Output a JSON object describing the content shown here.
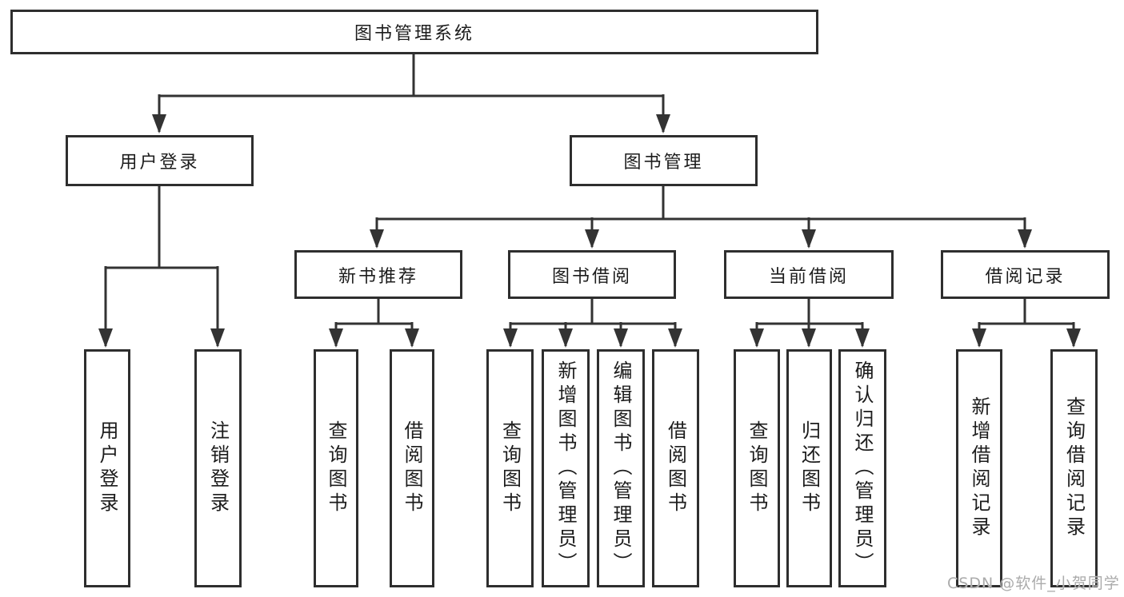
{
  "diagram_type": "hierarchy-tree",
  "nodes": {
    "root": {
      "label": "图书管理系统"
    },
    "user_login": {
      "label": "用户登录"
    },
    "book_mgmt": {
      "label": "图书管理"
    },
    "new_book_rec": {
      "label": "新书推荐"
    },
    "book_borrow": {
      "label": "图书借阅"
    },
    "current_borrow": {
      "label": "当前借阅"
    },
    "borrow_records": {
      "label": "借阅记录"
    },
    "leaf_user_login": {
      "label": "用户登录"
    },
    "leaf_logout": {
      "label": "注销登录"
    },
    "leaf_rec_query": {
      "label": "查询图书"
    },
    "leaf_rec_borrow": {
      "label": "借阅图书"
    },
    "leaf_bb_query": {
      "label": "查询图书"
    },
    "leaf_bb_add": {
      "label": "新增图书（管理员）"
    },
    "leaf_bb_edit": {
      "label": "编辑图书（管理员）"
    },
    "leaf_bb_borrow": {
      "label": "借阅图书"
    },
    "leaf_cb_query": {
      "label": "查询图书"
    },
    "leaf_cb_return": {
      "label": "归还图书"
    },
    "leaf_cb_confirm": {
      "label": "确认归还（管理员）"
    },
    "leaf_br_add": {
      "label": "新增借阅记录"
    },
    "leaf_br_query": {
      "label": "查询借阅记录"
    }
  },
  "watermark": {
    "text": "CSDN @软件_小贺同学"
  },
  "colors": {
    "line": "#333333",
    "border": "#2e2e2e",
    "text": "#1c1c1c",
    "watermark": "#ababab",
    "background": "#ffffff"
  }
}
